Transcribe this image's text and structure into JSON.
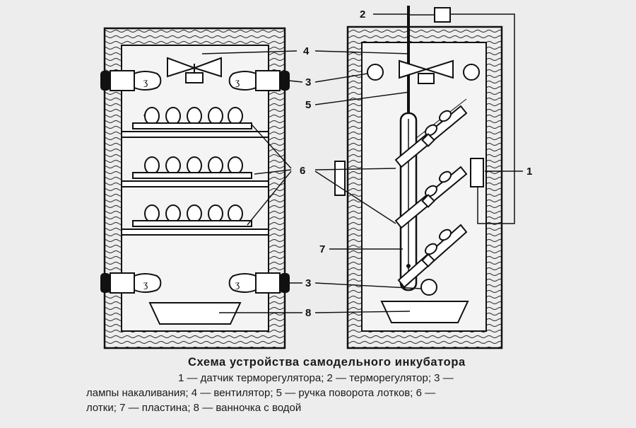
{
  "labels": {
    "n1": "1",
    "n2": "2",
    "n3": "3",
    "n4": "4",
    "n5": "5",
    "n6": "6",
    "n7": "7",
    "n8": "8"
  },
  "caption": {
    "title": "Схема устройства самодельного инкубатора",
    "line1": "1 — датчик терморегулятора; 2 — терморегулятор; 3 —",
    "line2": "лампы накаливания; 4 — вентилятор; 5 — ручка поворота лотков; 6 —",
    "line3": "лотки; 7 — пластина; 8 — ванночка с водой"
  },
  "icons": [
    "fan-icon",
    "lamp-icon",
    "egg-icon",
    "thermoregulator-icon",
    "sensor-icon",
    "water-tray-icon"
  ]
}
